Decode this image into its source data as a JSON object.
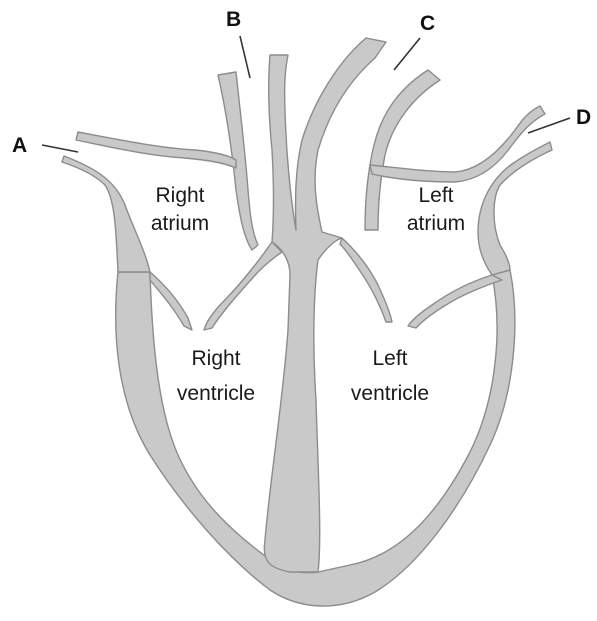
{
  "diagram": {
    "letters": {
      "a": "A",
      "b": "B",
      "c": "C",
      "d": "D"
    },
    "chambers": {
      "right_atrium": [
        "Right",
        "atrium"
      ],
      "left_atrium": [
        "Left",
        "atrium"
      ],
      "right_ventricle": [
        "Right",
        "ventricle"
      ],
      "left_ventricle": [
        "Left",
        "ventricle"
      ]
    },
    "colors": {
      "wall": "#c9c9c9",
      "outline": "#8c8c8c"
    }
  }
}
